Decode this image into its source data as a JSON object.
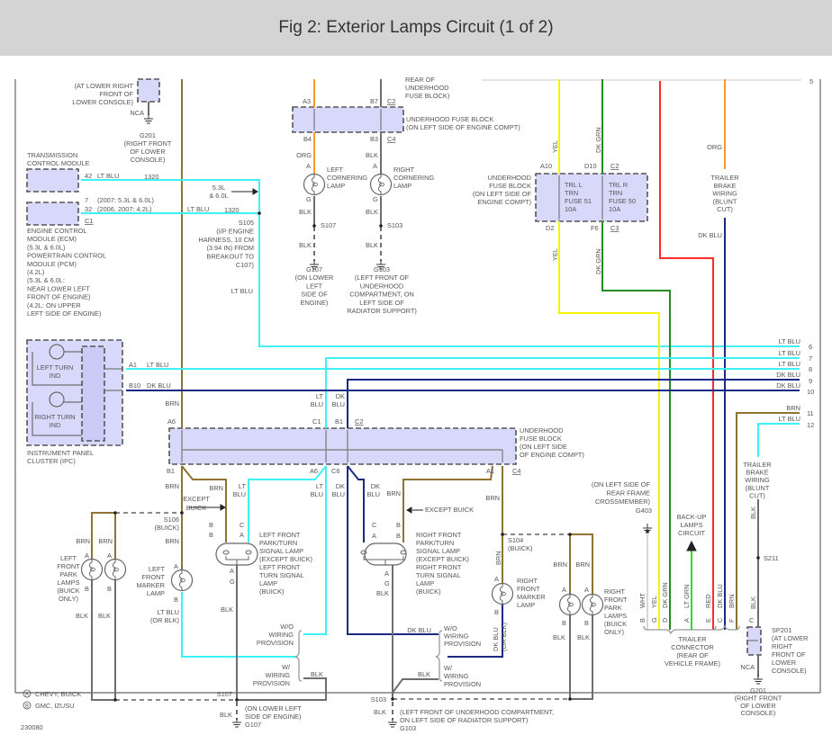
{
  "title": "Fig 2: Exterior Lamps Circuit (1 of 2)",
  "wire_colors": {
    "ltblu": "#3ff0f4",
    "dkblu": "#1c2a86",
    "brn": "#8f7330",
    "org": "#ff9a2a",
    "yel": "#f4f400",
    "dkgrn": "#238b23",
    "ltgrn": "#26e026",
    "red": "#ff2a2a",
    "blk": "#6e6e6e",
    "wht": "#d8d8d8"
  },
  "labels": {
    "g201_top_loc": "(AT LOWER RIGHT\nFRONT OF\nLOWER CONSOLE)",
    "nca_top": "NCA",
    "g201_top": "G201\n(RIGHT FRONT\nOF LOWER\nCONSOLE)",
    "tcm": "TRANSMISSION\nCONTROL MODULE",
    "tcm_pin": "42",
    "tcm_wire": "LT BLU",
    "circuit_a": "1320",
    "engine_note": "5.3L\n& 6.0L",
    "ecm_pin7": "7",
    "ecm_pin7_note": "(2007: 5.3L & 6.0L)",
    "ecm_pin32": "32",
    "ecm_pin32_note": "(2006, 2007: 4.2L)",
    "ecm_wire": "LT BLU",
    "circuit_b": "1320",
    "ecm_conn": "C1",
    "ecm": "ENGINE CONTROL\nMODULE (ECM)\n(5.3L & 6.0L)\nPOWERTRAIN CONTROL\nMODULE (PCM)\n(4.2L)\n(5.3L & 6.0L:\nNEAR LOWER LEFT\nFRONT OF ENGINE)\n(4.2L: ON UPPER\nLEFT SIDE OF ENGINE)",
    "s105": "S105\n(I/P ENGINE\nHARNESS, 10 CM\n(3.94 IN) FROM\nBREAKOUT TO\nC107)",
    "s105_wire": "LT BLU",
    "fb1_cut": "REAR OF\nUNDERHOOD\nFUSE BLOCK)",
    "fb1_a3": "A3",
    "fb1_b7": "B7",
    "fb1_c2": "C2",
    "fb1_b4": "B4",
    "fb1_b3": "B3",
    "fb1_c4": "C4",
    "fb1": "UNDERHOOD FUSE BLOCK\n(ON LEFT SIDE OF ENGINE COMPT)",
    "lc_wire": "ORG",
    "rc_wire": "BLK",
    "lc_a": "A",
    "rc_a": "A",
    "lc_g": "G",
    "rc_g": "G",
    "lc": "LEFT\nCORNERING\nLAMP",
    "rc": "RIGHT\nCORNERING\nLAMP",
    "lc_blk1": "BLK",
    "rc_blk1": "BLK",
    "s107_top": "S107",
    "s103_top": "S103",
    "lc_blk2": "BLK",
    "rc_blk2": "BLK",
    "g107_top": "G107\n(ON LOWER\nLEFT\nSIDE OF\nENGINE)",
    "g103_top": "G103\n(LEFT FRONT OF\nUNDERHOOD\nCOMPARTMENT, ON\nLEFT SIDE OF\nRADIATOR SUPPORT)",
    "fb2_yel1": "YEL",
    "fb2_grn1": "DK GRN",
    "fb2_a10": "A10",
    "fb2_d10": "D10",
    "fb2_c2": "C2",
    "fb2_d2": "D2",
    "fb2_f6": "F6",
    "fb2_c3": "C3",
    "fb2": "UNDERHOOD\nFUSE BLOCK\n(ON LEFT SIDE OF\nENGINE COMPT)",
    "fuse51": "TRL L\nTRN\nFUSE 51\n10A",
    "fuse50": "TRL R\nTRN\nFUSE 50\n10A",
    "fb2_yel2": "YEL",
    "fb2_grn2": "DK GRN",
    "tb_org": "ORG",
    "tb_top": "TRAILER\nBRAKE\nWIRING\n(BLUNT\nCUT)",
    "tb_dkblu": "DK BLU",
    "page_ref": "5",
    "line6_wire": "LT BLU",
    "line6": "6",
    "line7_wire": "LT BLU",
    "line7": "7",
    "line8_wire": "LT BLU",
    "line8": "8",
    "line9_wire": "DK BLU",
    "line9": "9",
    "line10_wire": "DK BLU",
    "line10": "10",
    "line11_wire": "BRN",
    "line11": "11",
    "line12_wire": "LT BLU",
    "line12": "12",
    "ipc_left": "LEFT TURN\nIND",
    "ipc_right": "RIGHT TURN\nIND",
    "ipc_a1": "A1",
    "ipc_a1_wire": "LT BLU",
    "ipc_b10": "B10",
    "ipc_b10_wire": "DK BLU",
    "ipc": "INSTRUMENT PANEL\nCLUSTER (IPC)",
    "brn_main": "BRN",
    "fb3_a6_top": "A6",
    "fb3_ltblu_top": "LT\nBLU",
    "fb3_dkblu_top": "DK\nBLU",
    "fb3_c1": "C1",
    "fb3_b1_top": "B1",
    "fb3_c2": "C2",
    "fb3": "UNDERHOOD\nFUSE BLOCK\n(ON LEFT SIDE\nOF ENGINE COMPT)",
    "fb3_b1": "B1",
    "fb3_a6": "A6",
    "fb3_c6": "C6",
    "fb3_a1": "A1",
    "fb3_c4": "C4",
    "lf_brn_main": "BRN",
    "lf_brn2": "BRN",
    "lf_ltblu": "LT\nBLU",
    "lf_ltblu2": "LT\nBLU",
    "lf_dkblu": "DK\nBLU",
    "rf_dkblu": "DK\nBLU",
    "rf_brn": "BRN",
    "rf_brn2": "BRN",
    "except_buick_l": "EXCEPT\nBUICK",
    "except_buick_r": "EXCEPT BUICK",
    "s106": "S106\n(BUICK)",
    "lfp_brn1": "BRN",
    "lfp_brn2": "BRN",
    "lfp_a1": "A",
    "lfp_a2": "A",
    "lfp_b1": "B",
    "lfp_b2": "B",
    "lfp": "LEFT\nFRONT\nPARK\nLAMPS\n(BUICK\nONLY)",
    "lfp_blk1": "BLK",
    "lfp_blk2": "BLK",
    "lfm_brn": "BRN",
    "lfm_a": "A",
    "lfm_b": "B",
    "lfm": "LEFT\nFRONT\nMARKER\nLAMP",
    "lfm_wire": "LT BLU\n(OR BLK)",
    "lft_pinA_b": "B",
    "lft_pinB_b": "B",
    "lft_c": "C",
    "lft_a": "A",
    "lft_gA": "A",
    "lft_gB": "G",
    "lft": "LEFT FRONT\nPARK/TURN\nSIGNAL LAMP\n(EXCEPT BUICK)\nLEFT FRONT\nTURN SIGNAL\nLAMP\n(BUICK)",
    "lft_blk": "BLK",
    "l_wo": "W/O\nWIRING\nPROVISION",
    "l_w": "W/\nWIRING\nPROVISION",
    "l_blk": "BLK",
    "s107": "S107",
    "g107_blk": "BLK",
    "g107": "(ON LOWER LEFT\nSIDE OF ENGINE)",
    "g107_id": "G107",
    "legend_a": "CHEVY, BUICK",
    "legend_b": "GMC, IZUSU",
    "legend_a_sym": "A",
    "legend_b_sym": "B",
    "fig_id": "230080",
    "rft_pinA_c": "C",
    "rft_pinB_a": "A",
    "rft_b1": "B",
    "rft_b2": "B",
    "rft_gA": "A",
    "rft_gB": "G",
    "rft": "RIGHT FRONT\nPARK/TURN\nSIGNAL LAMP\n(EXCEPT BUICK)\nRIGHT FRONT\nTURN SIGNAL\nLAMP\n(BUICK)",
    "rft_blk": "BLK",
    "r_dkblu": "DK BLU",
    "r_wo": "W/O\nWIRING\nPROVISION",
    "r_w": "W/\nWIRING\nPROVISION",
    "r_blk": "BLK",
    "s103": "S103",
    "g103_blk": "BLK",
    "g103": "(LEFT FRONT OF UNDERHOOD COMPARTMENT,\nON LEFT SIDE OF RADIATOR SUPPORT)",
    "g103_id": "G103",
    "s104": "S104\n(BUICK)",
    "rfm_brn": "BRN",
    "rfm_a": "A",
    "rfm_b": "B",
    "rfm": "RIGHT\nFRONT\nMARKER\nLAMP",
    "rfm_wire": "DK BLU\n(OR BLK)",
    "rfp_brn1": "BRN",
    "rfp_brn2": "BRN",
    "rfp_a1": "A",
    "rfp_a2": "A",
    "rfp_b1": "B",
    "rfp_b2": "B",
    "rfp": "RIGHT\nFRONT\nPARK\nLAMPS\n(BUICK\nONLY)",
    "rfp_blk1": "BLK",
    "rfp_blk2": "BLK",
    "g403_loc": "(ON LEFT SIDE OF\nREAR FRAME\nCROSSMEMBER)",
    "g403": "G403",
    "backup": "BACK-UP\nLAMPS\nCIRCUIT",
    "tc_wht": "WHT",
    "tc_yel": "YEL",
    "tc_dkgrn": "DK GRN",
    "tc_ltgrn": "LT GRN",
    "tc_red": "RED",
    "tc_dkblu": "DK BLU",
    "tc_brn": "BRN",
    "tc_pin_b": "B",
    "tc_pin_g": "G",
    "tc_pin_d": "D",
    "tc_pin_a": "A",
    "tc_pin_e": "E",
    "tc_pin_c": "C",
    "tc_pin_f": "F",
    "tc": "TRAILER\nCONNECTOR\n(REAR OF\nVEHICLE FRAME)",
    "tb2": "TRAILER\nBRAKE\nWIRING\n(BLUNT\nCUT)",
    "tb2_blk1": "BLK",
    "s211": "S211",
    "tb2_blk2": "BLK",
    "sp201_c": "C",
    "sp201": "SP201\n(AT LOWER\nRIGHT\nFRONT OF\nLOWER\nCONSOLE)",
    "nca_bot": "NCA",
    "g201_bot": "G201\n(RIGHT FRONT\nOF LOWER\nCONSOLE)"
  }
}
